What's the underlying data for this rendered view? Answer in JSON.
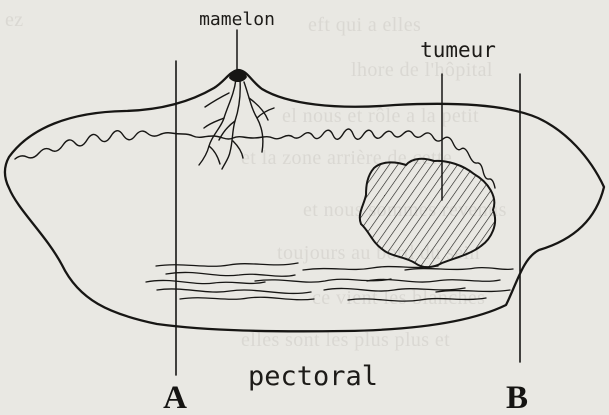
{
  "labels": {
    "nipple": "mamelon",
    "tumor": "tumeur",
    "muscle": "pectoral",
    "line_a": "A",
    "line_b": "B"
  },
  "colors": {
    "paper": "#e9e8e3",
    "ink": "#171614",
    "ghost_text": "#d5d3cd"
  },
  "icons": {
    "tumor_fill": "diagonal-hatch-pattern",
    "nipple_ducts": "branching-duct-lines",
    "muscle_fibers": "wavy-fiber-lines"
  }
}
